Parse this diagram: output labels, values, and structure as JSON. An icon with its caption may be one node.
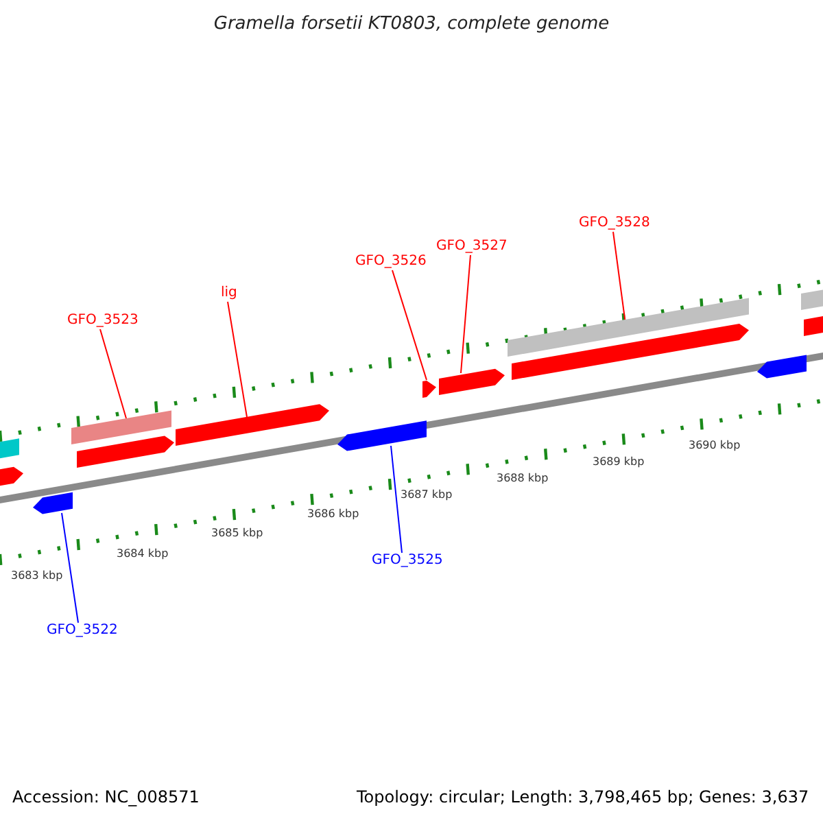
{
  "diagram": {
    "title": "Gramella forsetii KT0803, complete genome",
    "nodes": [
      {
        "text": [
          "GFO_3523"
        ]
      },
      {
        "text": [],
        "shape": "bar"
      },
      {
        "text": [
          "lig"
        ]
      },
      {
        "text": [],
        "shape": "bar"
      },
      {
        "text": [
          "GFO_3526"
        ]
      },
      {
        "text": [],
        "shape": "bar"
      },
      {
        "text": [
          "GFO_3527"
        ]
      },
      {
        "text": [],
        "shape": "bar"
      },
      {
        "text": [
          "GFO_3528"
        ]
      },
      {
        "text": [],
        "shape": "bar"
      },
      {
        "text": [
          "GFO_3525"
        ]
      },
      {
        "text": [],
        "shape": "bar"
      },
      {
        "text": [
          "GFO_3522"
        ]
      },
      {
        "text": [],
        "shape": "bar"
      },
      {
        "text": [],
        "shape": "bar"
      },
      {
        "text": [],
        "shape": "bar"
      },
      {
        "text": [],
        "shape": "bar"
      },
      {
        "text": [],
        "shape": "bar"
      },
      {
        "text": [],
        "shape": "bar"
      },
      {
        "text": [],
        "shape": "bar"
      },
      {
        "text": [],
        "shape": "bar"
      }
    ],
    "edges": [
      {
        "from": 0,
        "to": 1,
        "arrow": "none"
      },
      {
        "from": 2,
        "to": 3,
        "arrow": "none"
      },
      {
        "from": 4,
        "to": 5,
        "arrow": "none"
      },
      {
        "from": 6,
        "to": 7,
        "arrow": "none"
      },
      {
        "from": 8,
        "to": 9,
        "arrow": "none"
      },
      {
        "from": 10,
        "to": 11,
        "arrow": "none",
        "color": "#0000ff"
      },
      {
        "from": 12,
        "to": 13,
        "arrow": "none",
        "color": "#0000ff"
      }
    ],
    "labels": [
      "3683 kbp",
      "3684 kbp",
      "3685 kbp",
      "3686 kbp",
      "3687 kbp",
      "3688 kbp",
      "3689 kbp",
      "3690 kbp",
      "Accession: NC_008571",
      "Topology: circular; Length: 3,798,465 bp; Genes: 3,637"
    ]
  }
}
